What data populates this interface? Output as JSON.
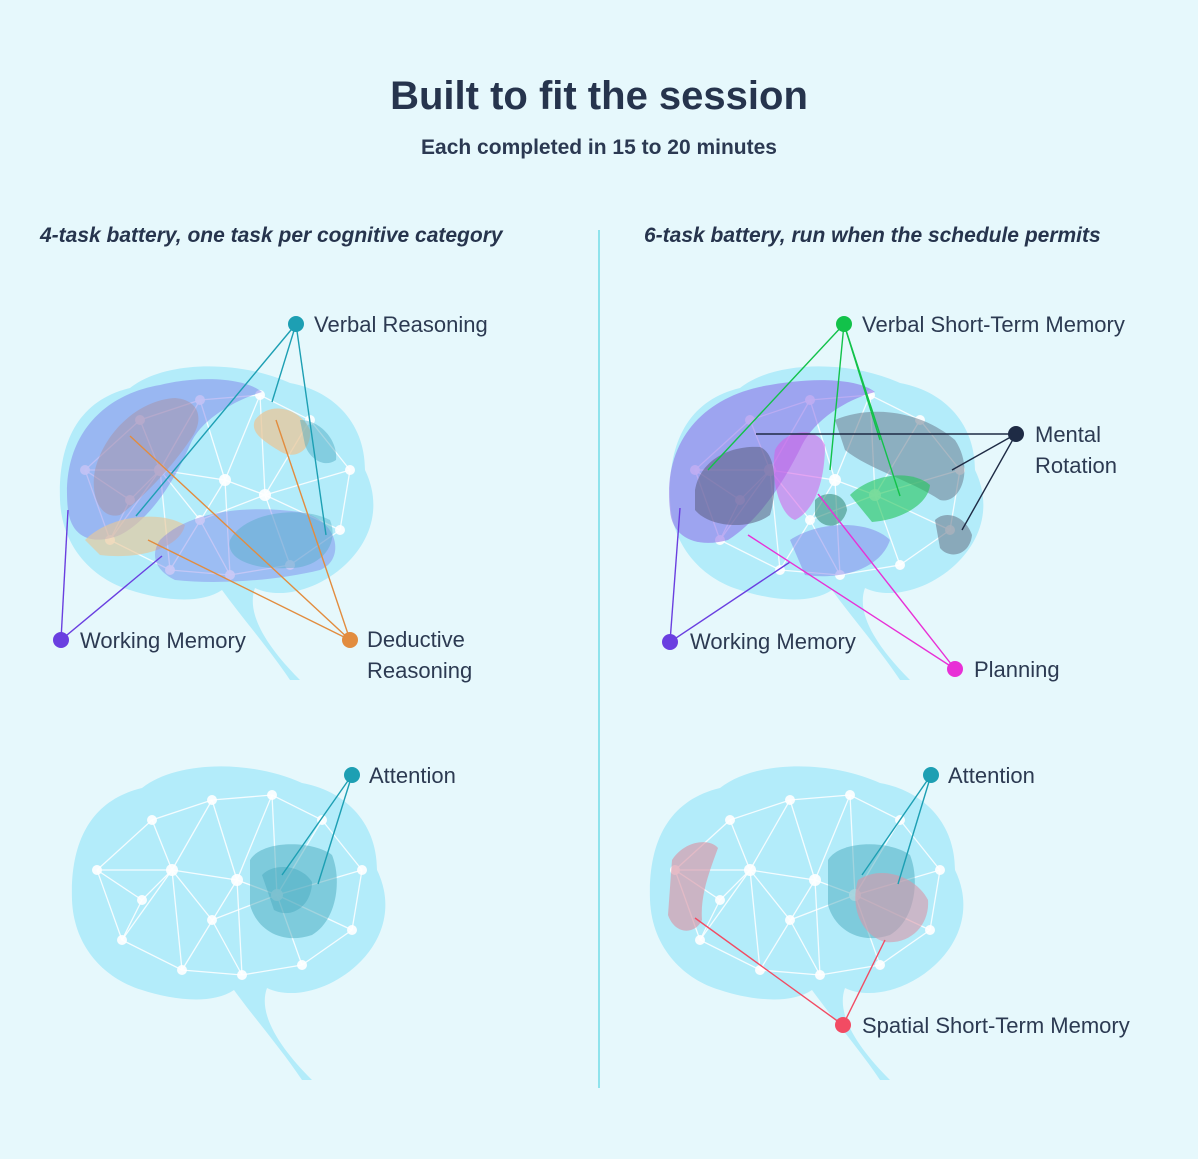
{
  "header": {
    "title": "Built to fit the session",
    "subtitle": "Each completed in 15 to 20 minutes"
  },
  "left_column": {
    "heading": "4-task battery, one task per cognitive category",
    "top_labels": {
      "verbal_reasoning": "Verbal Reasoning",
      "working_memory": "Working Memory",
      "deductive_reasoning_line1": "Deductive",
      "deductive_reasoning_line2": "Reasoning"
    },
    "bottom_labels": {
      "attention": "Attention"
    }
  },
  "right_column": {
    "heading": "6-task battery, run when the schedule permits",
    "top_labels": {
      "verbal_short_term_memory": "Verbal Short-Term Memory",
      "mental_rotation_line1": "Mental",
      "mental_rotation_line2": "Rotation",
      "working_memory": "Working Memory",
      "planning": "Planning"
    },
    "bottom_labels": {
      "attention": "Attention",
      "spatial_short_term_memory": "Spatial Short-Term Memory"
    }
  },
  "colors": {
    "background": "#e6f8fc",
    "brain": "#b3ecfa",
    "verbal_reasoning": "#1d9fb3",
    "working_memory": "#6a3fe0",
    "deductive_reasoning": "#e28c3e",
    "attention": "#1d9fb3",
    "verbal_short_term_memory": "#12c24a",
    "mental_rotation": "#1e2b45",
    "planning": "#e830d6",
    "spatial_short_term_memory": "#f24b63"
  }
}
